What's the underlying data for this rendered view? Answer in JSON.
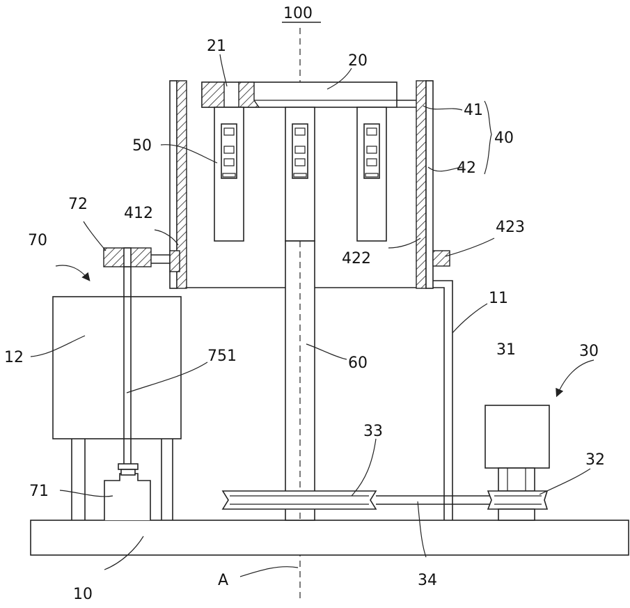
{
  "figure_title": "100",
  "axis_label": "A",
  "parts": {
    "base": "10",
    "frame": "11",
    "housing": "12",
    "carrier": "20",
    "carrier_hole": "21",
    "drive": "30",
    "motor": "31",
    "small_pulley": "32",
    "big_pulley": "33",
    "belt": "34",
    "barrel_group": "40",
    "inner_barrel": "41",
    "outer_barrel": "42",
    "flange_left": "412",
    "flange_right_inner": "422",
    "flange_right_outer": "423",
    "holder": "50",
    "shaft": "60",
    "lift": "70",
    "cylinder": "71",
    "collar": "72",
    "rod": "751"
  }
}
